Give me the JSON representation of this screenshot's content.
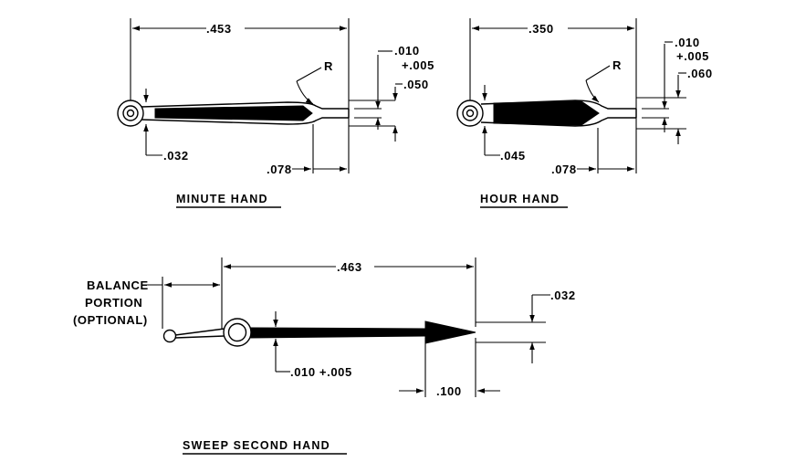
{
  "minute_hand": {
    "caption": "MINUTE HAND",
    "dim_length": ".453",
    "dim_tip": ".010",
    "dim_tip_tol": "+.005",
    "dim_width": ".050",
    "dim_radius": "R",
    "dim_hub": ".032",
    "dim_neck": ".078"
  },
  "hour_hand": {
    "caption": "HOUR HAND",
    "dim_length": ".350",
    "dim_tip": ".010",
    "dim_tip_tol": "+.005",
    "dim_width": ".060",
    "dim_radius": "R",
    "dim_hub": ".045",
    "dim_neck": ".078"
  },
  "sweep_second_hand": {
    "caption": "SWEEP SECOND HAND",
    "dim_length": ".463",
    "balance_line1": "BALANCE",
    "balance_line2": "PORTION",
    "balance_line3": "(OPTIONAL)",
    "dim_width": ".032",
    "dim_shaft": ".010 +.005",
    "dim_point": ".100"
  }
}
